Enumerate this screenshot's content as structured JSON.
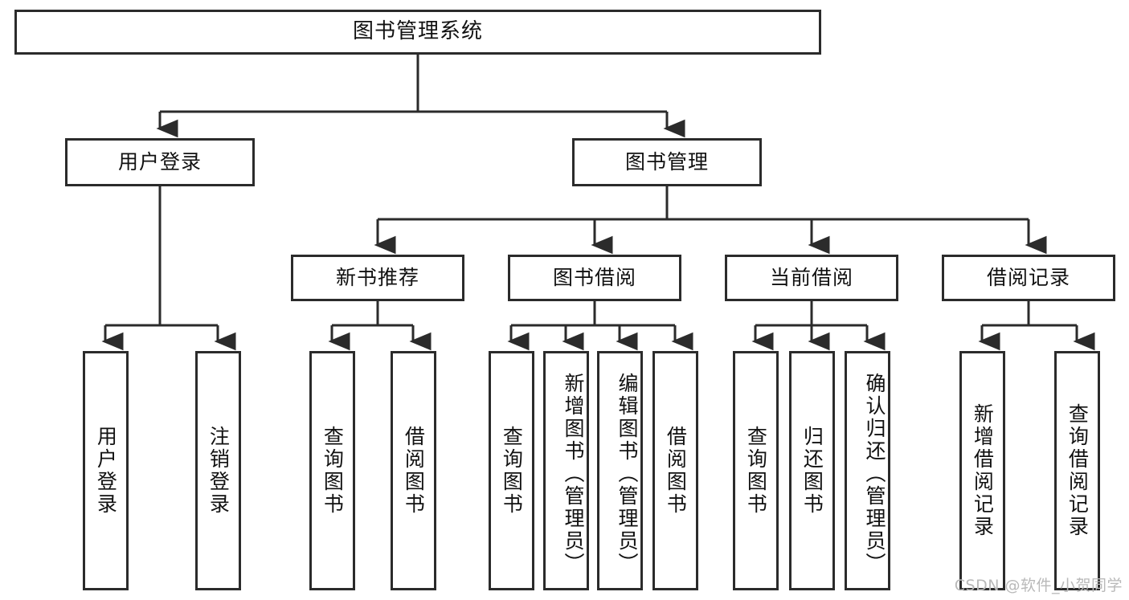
{
  "diagram": {
    "title": "图书管理系统",
    "watermark": "CSDN @软件_小贺同学",
    "colors": {
      "stroke": "#2b2b2b",
      "fill": "#ffffff",
      "text": "#111111",
      "watermark": "#b9b9b9"
    },
    "root": {
      "label": "图书管理系统"
    },
    "level1": [
      {
        "label": "用户登录"
      },
      {
        "label": "图书管理"
      }
    ],
    "level2": [
      {
        "label": "新书推荐"
      },
      {
        "label": "图书借阅"
      },
      {
        "label": "当前借阅"
      },
      {
        "label": "借阅记录"
      }
    ],
    "leaves": {
      "user_login": [
        {
          "label": "用户登录"
        },
        {
          "label": "注销登录"
        }
      ],
      "new_book": [
        {
          "label": "查询图书"
        },
        {
          "label": "借阅图书"
        }
      ],
      "book_borrow": [
        {
          "label": "查询图书"
        },
        {
          "label": "新增图书（管理员）"
        },
        {
          "label": "编辑图书（管理员）"
        },
        {
          "label": "借阅图书"
        }
      ],
      "current_borrow": [
        {
          "label": "查询图书"
        },
        {
          "label": "归还图书"
        },
        {
          "label": "确认归还（管理员）"
        }
      ],
      "borrow_record": [
        {
          "label": "新增借阅记录"
        },
        {
          "label": "查询借阅记录"
        }
      ]
    }
  }
}
